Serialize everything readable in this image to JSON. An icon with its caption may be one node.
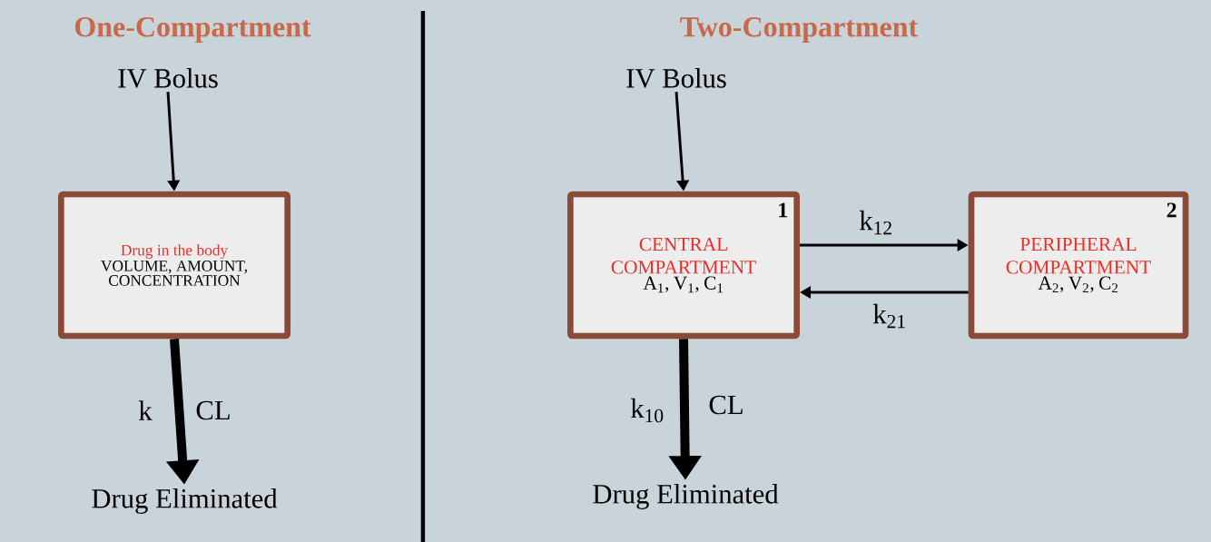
{
  "diagram": {
    "nodes": [
      {
        "text": [
          "IV Bolus"
        ]
      },
      {
        "text": [
          "Drug in the body",
          "VOLUME, AMOUNT, CONCENTRATION"
        ]
      },
      {
        "text": [
          "Drug Eliminated"
        ]
      },
      {
        "text": [
          "IV Bolus"
        ]
      },
      {
        "text": [
          "1",
          "CENTRAL COMPARTMENT",
          "A$_{1}$, V$_{1}$, C$_{1}$"
        ]
      },
      {
        "text": [
          "2",
          "PERIPHERAL COMPARTMENT",
          "A$_{2}$, V$_{2}$, C$_{2}$"
        ]
      },
      {
        "text": [
          "Drug Eliminated"
        ]
      }
    ],
    "edges": [
      {
        "from": 0,
        "to": 1,
        "arrow": "to"
      },
      {
        "from": 1,
        "to": 2,
        "arrow": "to",
        "label": "k",
        "style": "thick"
      },
      {
        "from": 3,
        "to": 4,
        "arrow": "to"
      },
      {
        "from": 4,
        "to": 5,
        "arrow": "to",
        "label": "k$_{12}$"
      },
      {
        "from": 5,
        "to": 4,
        "arrow": "to",
        "label": "k$_{21}$"
      },
      {
        "from": 4,
        "to": 6,
        "arrow": "to",
        "label": "k$_{10}$",
        "style": "thick"
      }
    ],
    "labels": [
      "One-Compartment",
      "Two-Compartment",
      "CL",
      "CL"
    ]
  }
}
